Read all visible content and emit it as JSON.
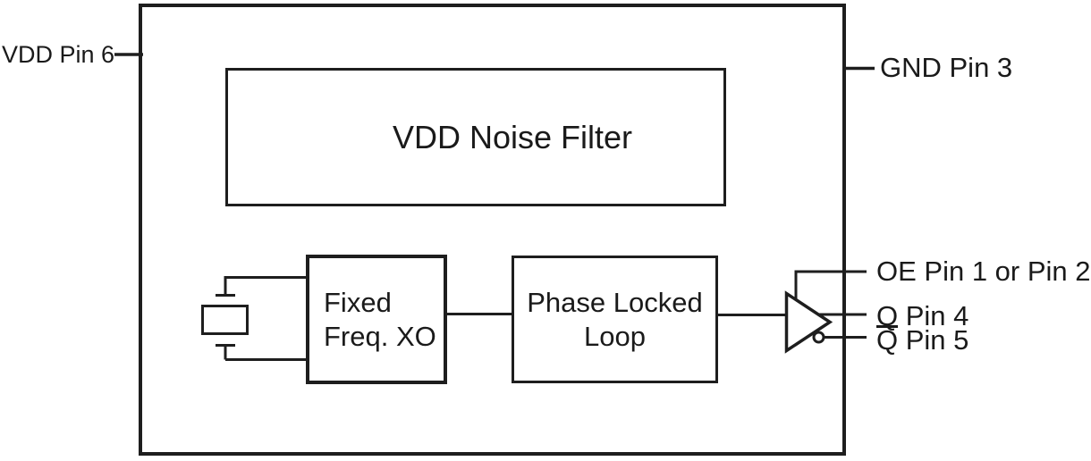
{
  "pins": {
    "vdd": "VDD Pin 6",
    "gnd": "GND Pin 3",
    "oe": "OE Pin 1 or Pin 2",
    "q": "Q Pin 4",
    "qbar_symbol": "Q",
    "qbar_suffix": " Pin 5"
  },
  "blocks": {
    "noise_filter": "VDD Noise Filter",
    "xo": {
      "line1": "Fixed",
      "line2": "Freq. XO"
    },
    "pll": {
      "line1": "Phase Locked",
      "line2": "Loop"
    }
  },
  "icons": {
    "crystal": "crystal-oscillator-symbol",
    "buffer": "output-buffer-triangle",
    "bubble": "inverting-output-bubble"
  },
  "colors": {
    "line": "#1e1e1e",
    "text": "#1a1a1a",
    "background": "#ffffff"
  }
}
